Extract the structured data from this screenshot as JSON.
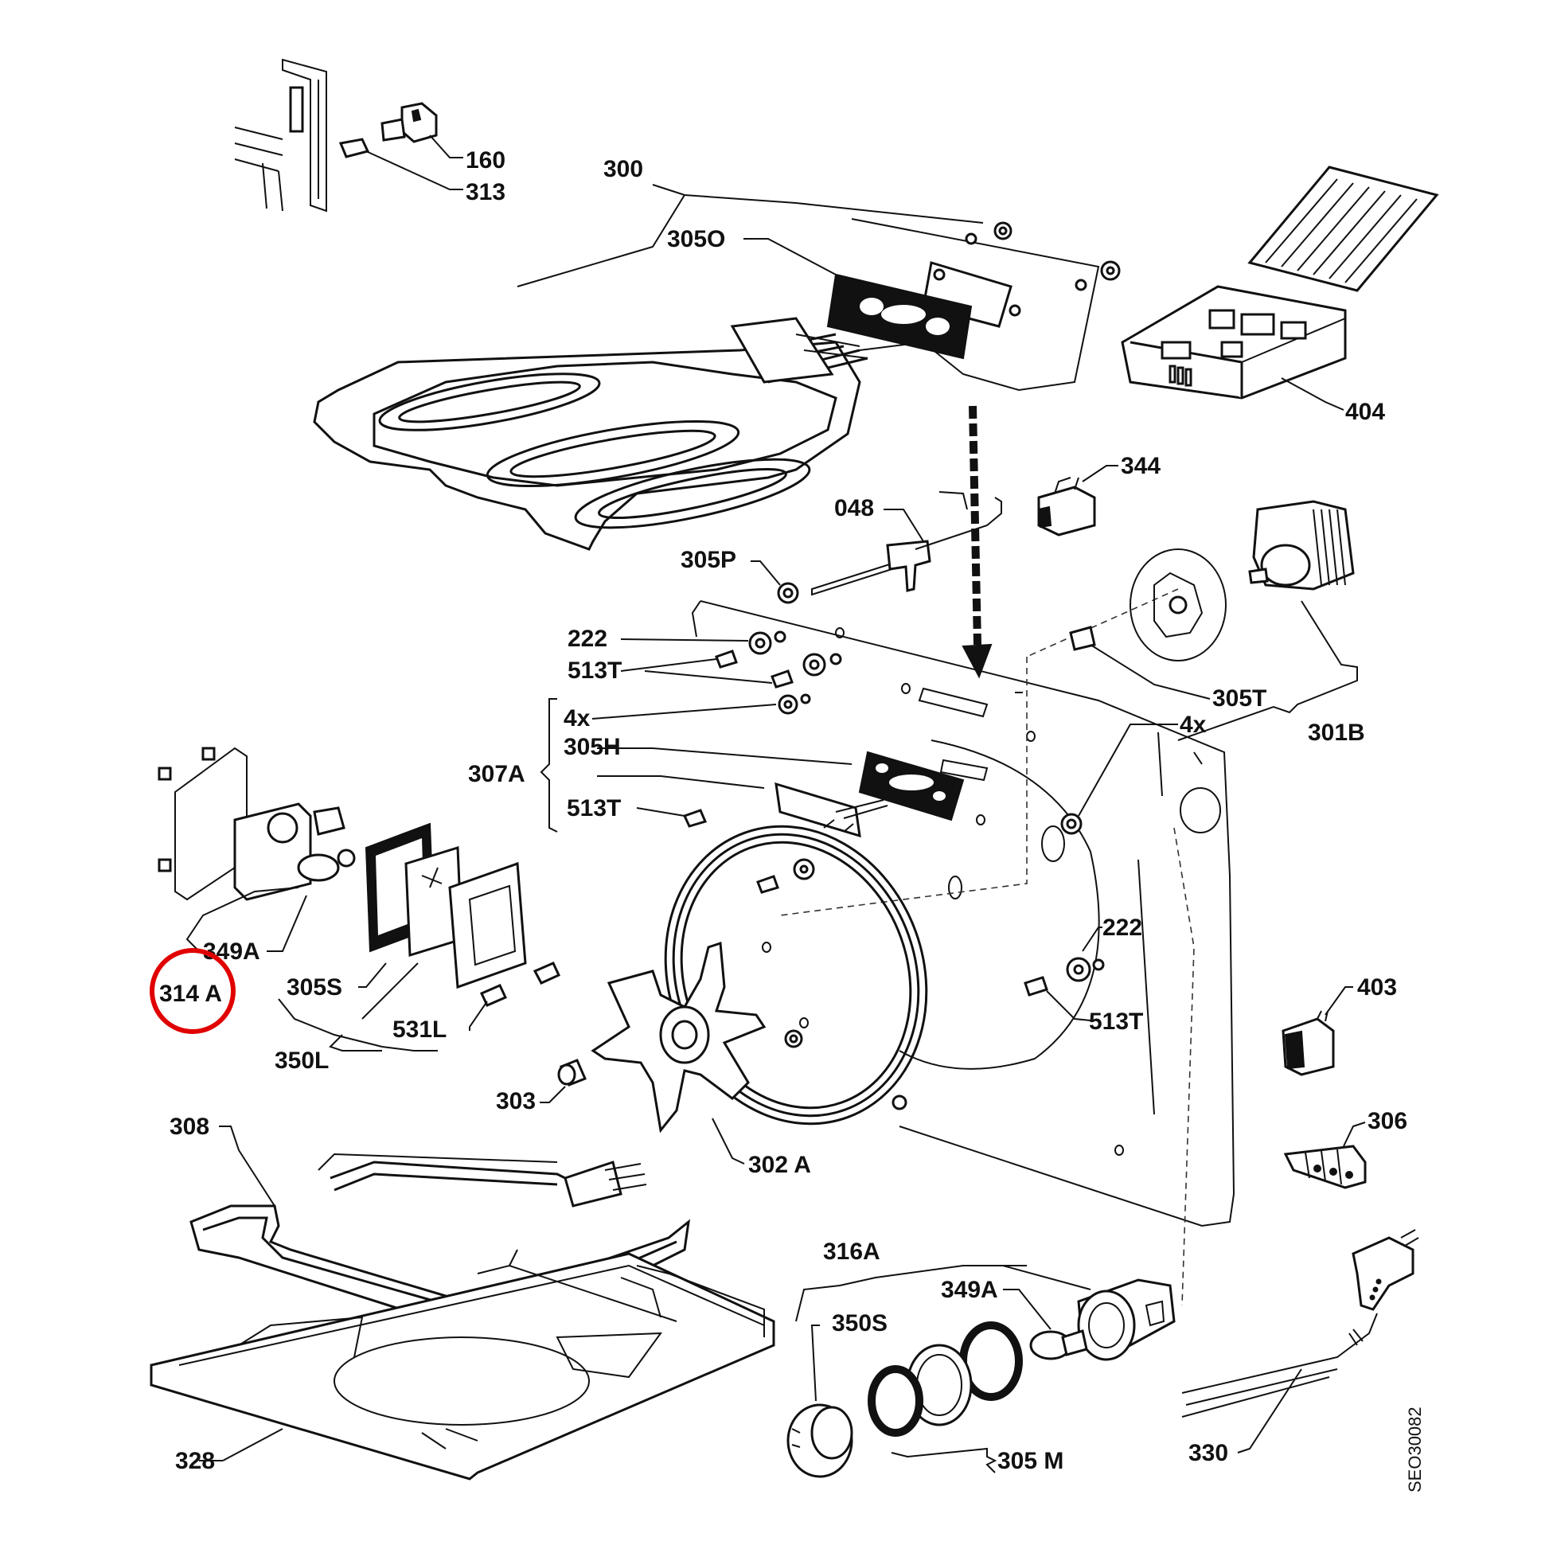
{
  "diagram": {
    "drawing_code": "SEO30082",
    "highlight": {
      "target": "314 A",
      "color": "#e00000"
    },
    "labels": [
      {
        "id": "p160",
        "text": "160"
      },
      {
        "id": "p313",
        "text": "313"
      },
      {
        "id": "p300",
        "text": "300"
      },
      {
        "id": "p305O",
        "text": "305O"
      },
      {
        "id": "p404",
        "text": "404"
      },
      {
        "id": "p344",
        "text": "344"
      },
      {
        "id": "p048",
        "text": "048"
      },
      {
        "id": "p305P",
        "text": "305P"
      },
      {
        "id": "p222a",
        "text": "222"
      },
      {
        "id": "p513Ta",
        "text": "513T"
      },
      {
        "id": "p4xa",
        "text": "4x"
      },
      {
        "id": "p305H",
        "text": "305H"
      },
      {
        "id": "p307A",
        "text": "307A"
      },
      {
        "id": "p513Tb",
        "text": "513T"
      },
      {
        "id": "p305T",
        "text": "305T"
      },
      {
        "id": "p4xb",
        "text": "4x"
      },
      {
        "id": "p301B",
        "text": "301B"
      },
      {
        "id": "p349Aa",
        "text": "349A"
      },
      {
        "id": "p314A",
        "text": "314 A"
      },
      {
        "id": "p305S",
        "text": "305S"
      },
      {
        "id": "p531L",
        "text": "531L"
      },
      {
        "id": "p350L",
        "text": "350L"
      },
      {
        "id": "p222b",
        "text": "222"
      },
      {
        "id": "p513Tc",
        "text": "513T"
      },
      {
        "id": "p403",
        "text": "403"
      },
      {
        "id": "p303",
        "text": "303"
      },
      {
        "id": "p302A",
        "text": "302 A"
      },
      {
        "id": "p306",
        "text": "306"
      },
      {
        "id": "p308",
        "text": "308"
      },
      {
        "id": "p316A",
        "text": "316A"
      },
      {
        "id": "p349Ab",
        "text": "349A"
      },
      {
        "id": "p350S",
        "text": "350S"
      },
      {
        "id": "p328",
        "text": "328"
      },
      {
        "id": "p305M",
        "text": "305 M"
      },
      {
        "id": "p330",
        "text": "330"
      }
    ]
  }
}
